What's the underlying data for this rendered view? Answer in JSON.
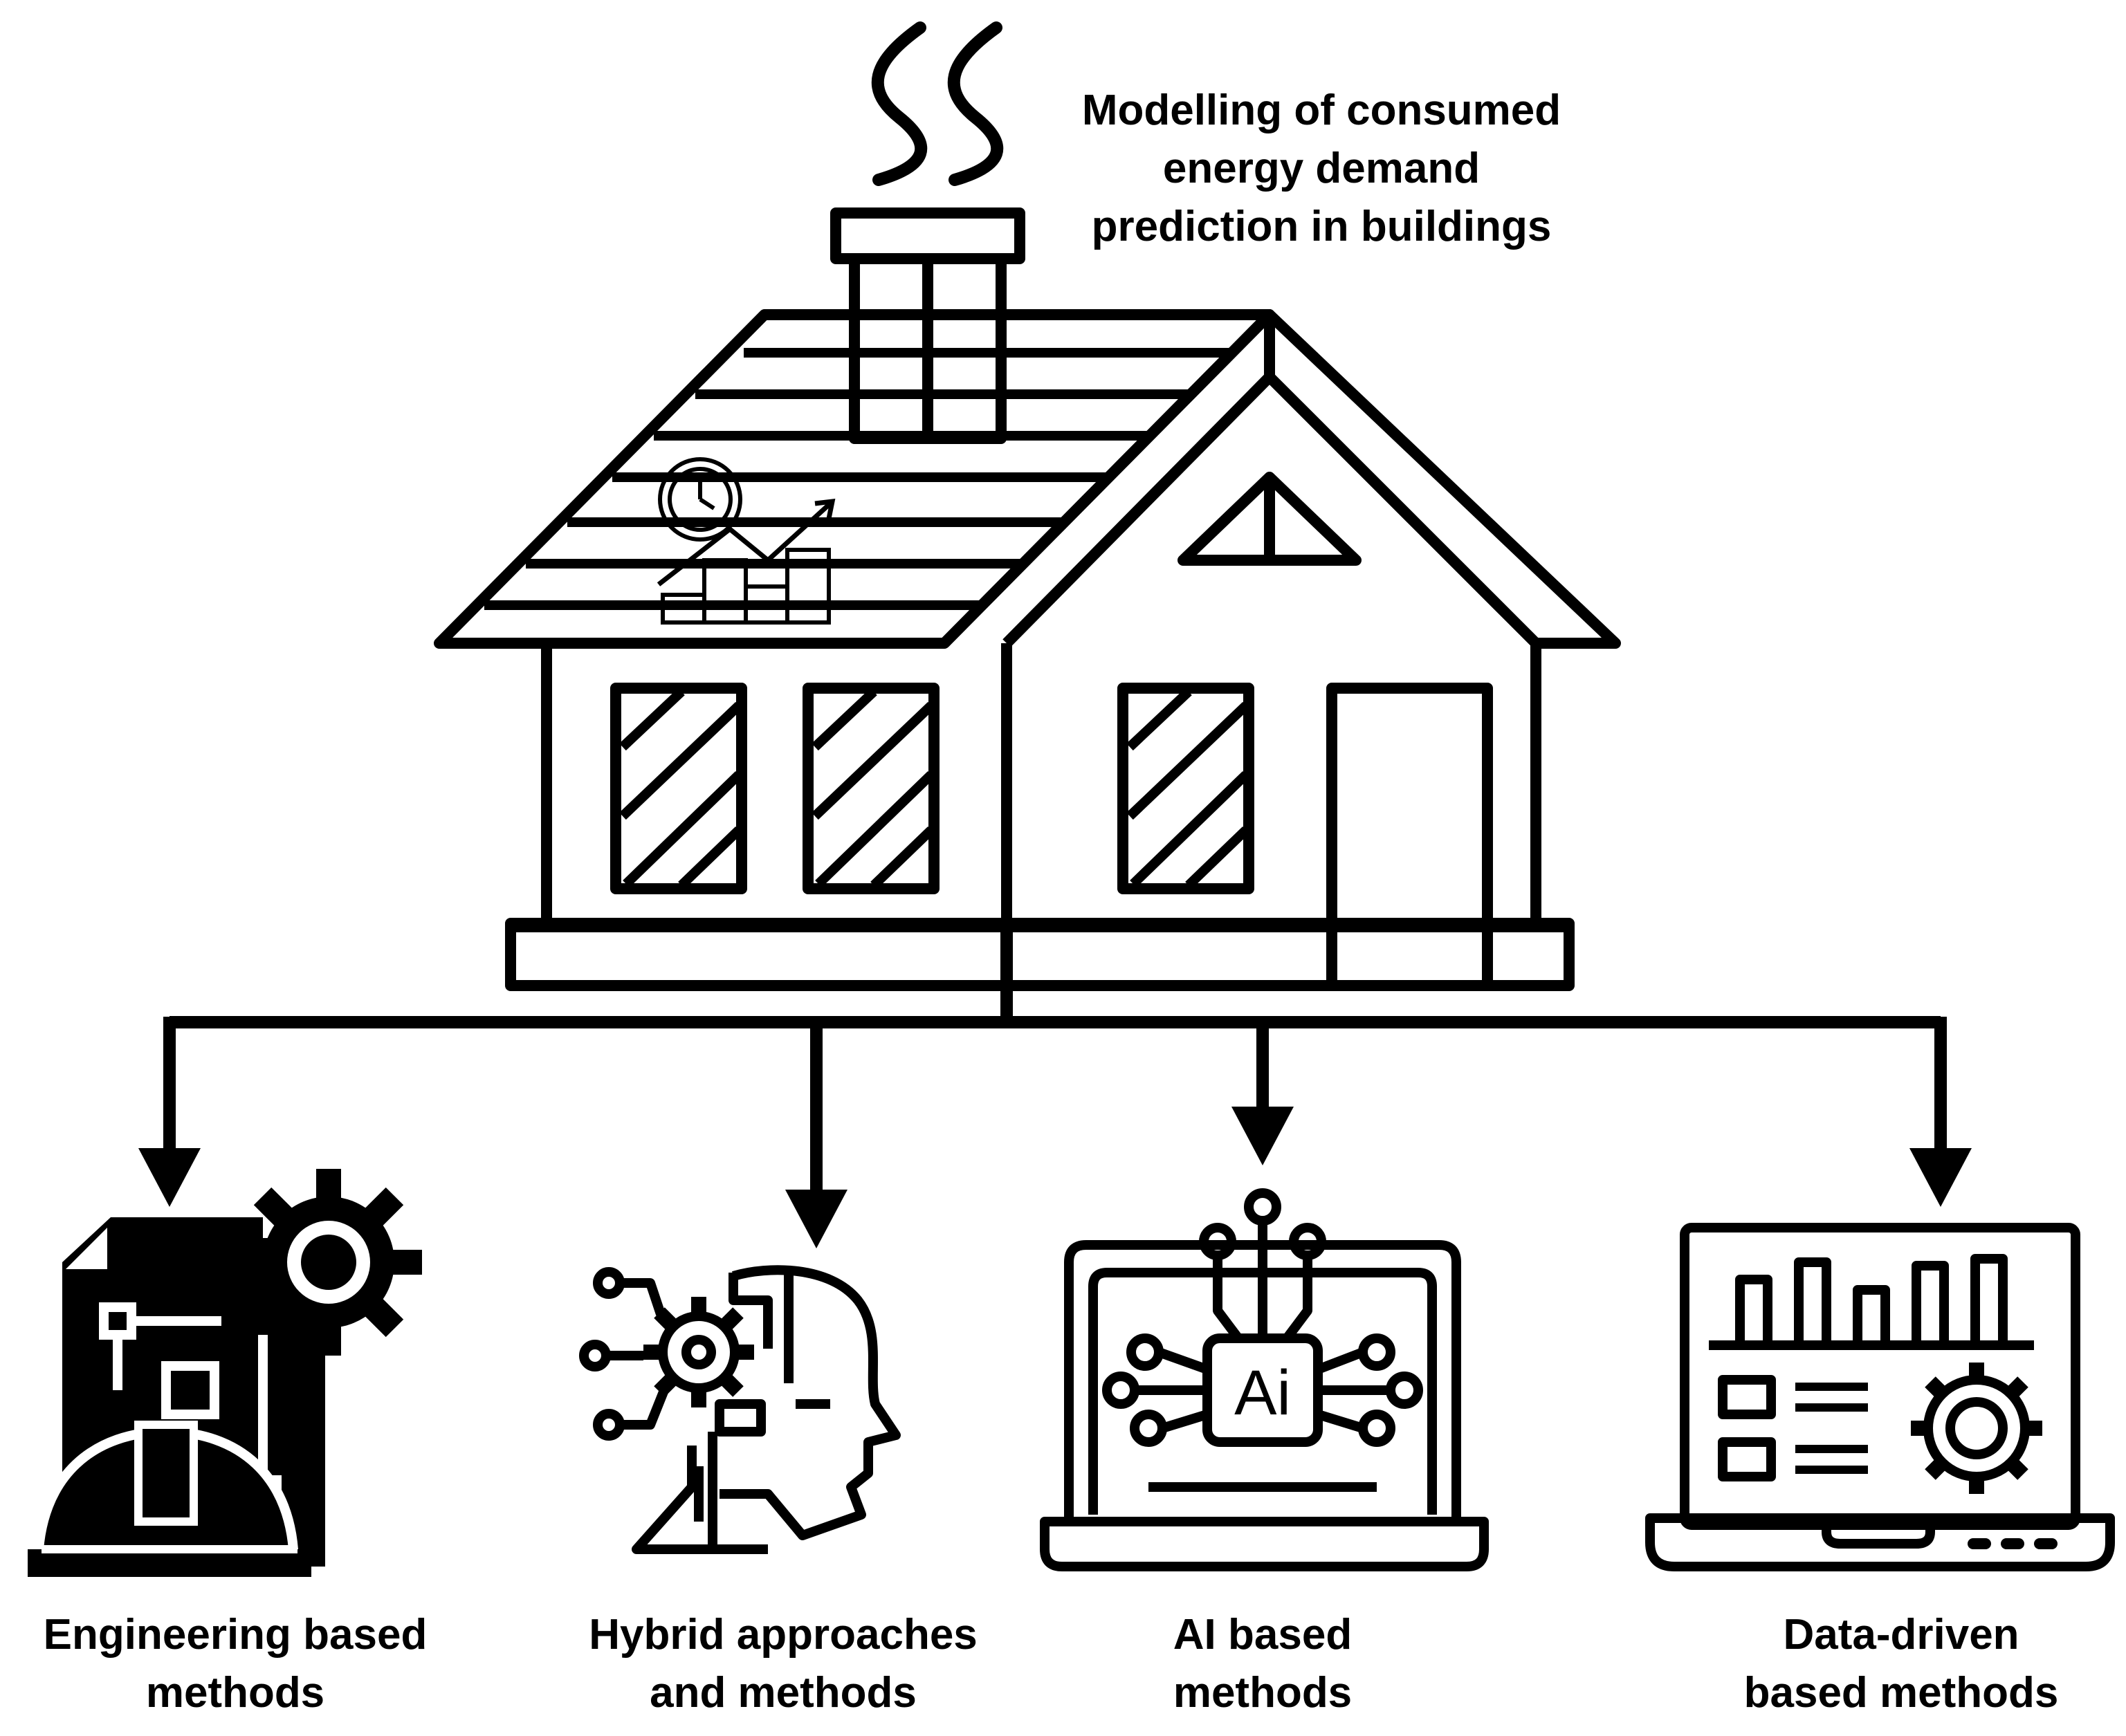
{
  "title": {
    "line1": "Modelling of consumed",
    "line2": "energy demand",
    "line3": "prediction in buildings"
  },
  "methods": [
    {
      "line1": "Engineering based",
      "line2": "methods",
      "icon": "engineering-blueprint-gear-helmet-icon"
    },
    {
      "line1": "Hybrid approaches",
      "line2": "and methods",
      "icon": "hybrid-robot-head-gear-icon"
    },
    {
      "line1": "AI based",
      "line2": "methods",
      "icon": "ai-chip-laptop-icon"
    },
    {
      "line1": "Data-driven",
      "line2": "based methods",
      "icon": "data-dashboard-laptop-icon"
    }
  ],
  "icons": {
    "house": "house-icon",
    "smoke": "smoke-icon",
    "energy_chart": "energy-gauge-chart-icon",
    "ai_chip_text": "Ai"
  },
  "colors": {
    "stroke": "#000000",
    "background": "#ffffff"
  }
}
